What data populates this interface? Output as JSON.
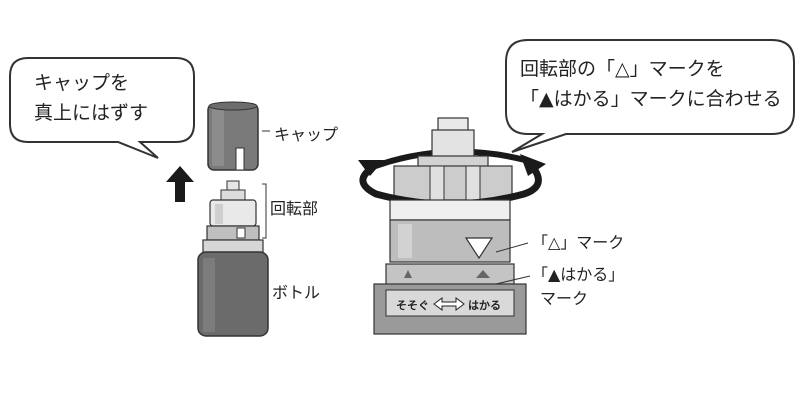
{
  "left_bubble": {
    "lines": [
      "キャップを",
      "真上にはずす"
    ]
  },
  "right_bubble": {
    "lines": [
      "回転部の「△」マークを",
      "「▲はかる」マークに合わせる"
    ]
  },
  "left_labels": {
    "cap": "キャップ",
    "rotating_part": "回転部",
    "bottle": "ボトル"
  },
  "right_labels": {
    "triangle_mark": "「△」マーク",
    "measure_mark_line1": "「▲はかる」",
    "measure_mark_line2": "マーク"
  },
  "base_labels": {
    "pour": "そそぐ",
    "measure": "はかる"
  },
  "colors": {
    "outline": "#333333",
    "bottle_gray": "#6b6b6b",
    "cap_gray": "#7a7a7a",
    "light_gray": "#d9d9d9",
    "base_gray": "#8a8a8a",
    "base_panel": "#bdbdbd",
    "arrow_black": "#1a1a1a"
  }
}
